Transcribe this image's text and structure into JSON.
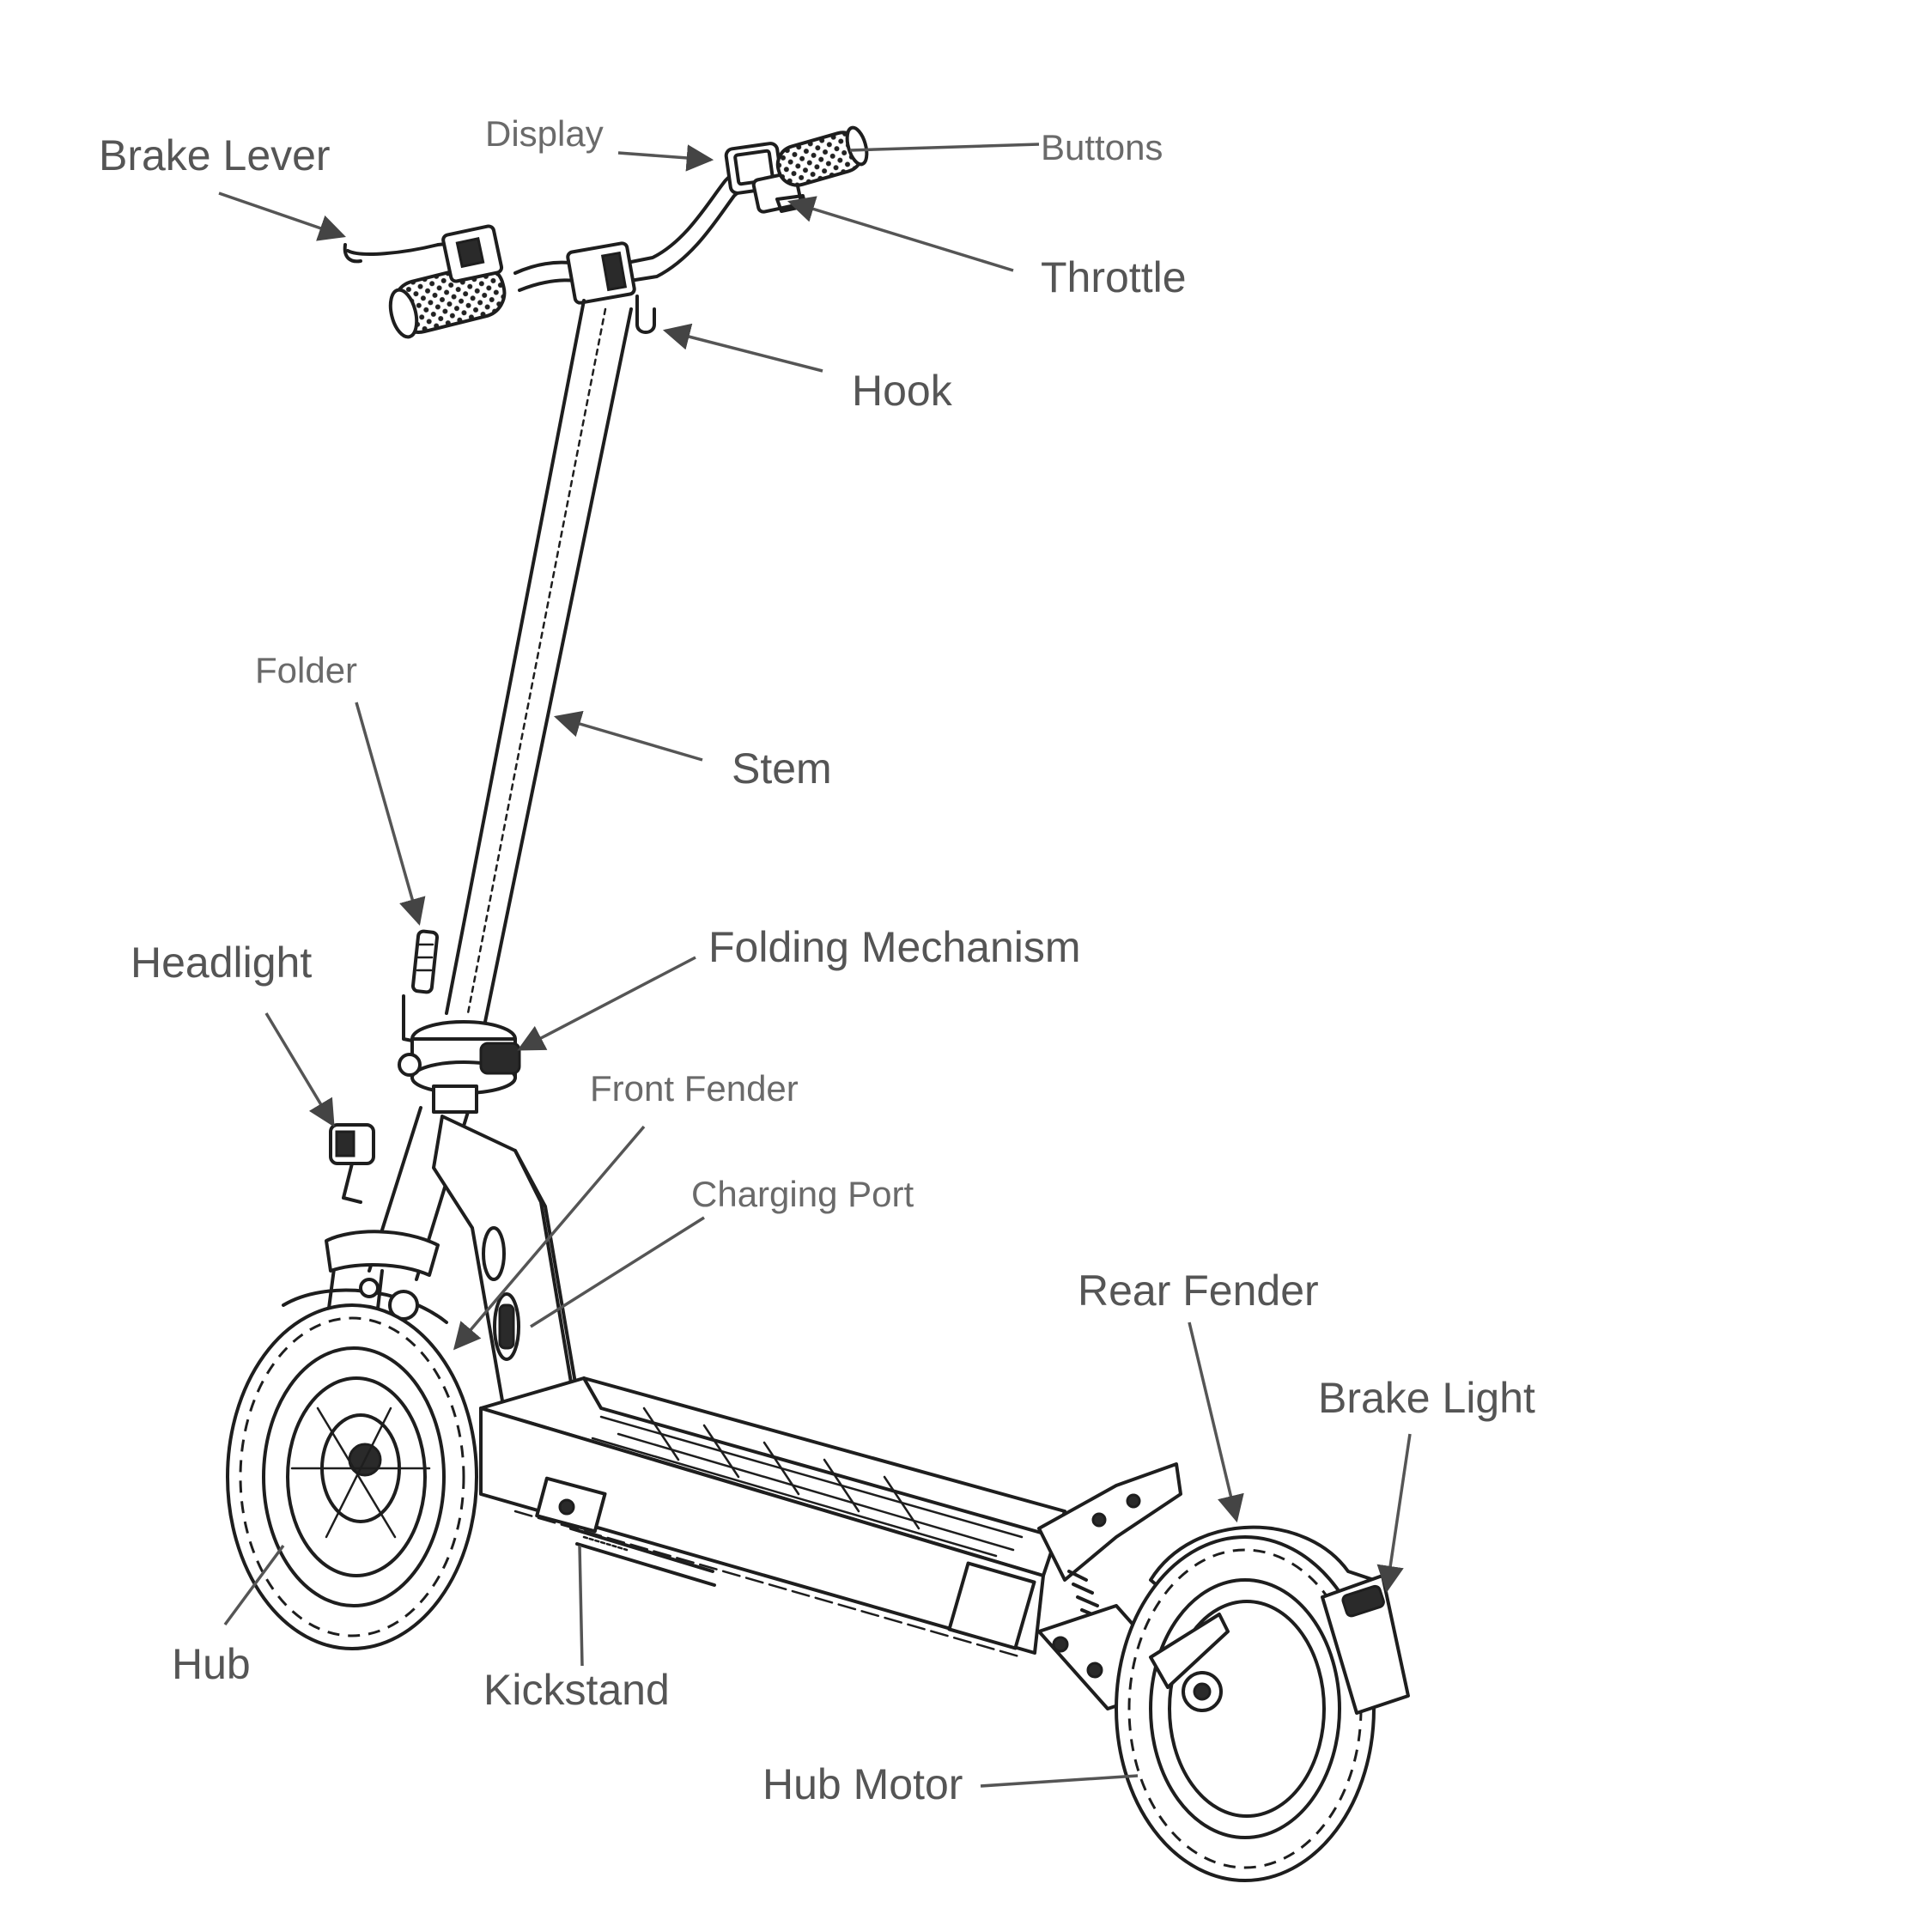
{
  "labels": {
    "brake_lever": "Brake Lever",
    "display": "Display",
    "buttons": "Buttons",
    "throttle": "Throttle",
    "hook": "Hook",
    "folder": "Folder",
    "stem": "Stem",
    "headlight": "Headlight",
    "folding_mechanism": "Folding Mechanism",
    "front_fender": "Front Fender",
    "charging_port": "Charging Port",
    "rear_fender": "Rear Fender",
    "brake_light": "Brake Light",
    "hub": "Hub",
    "kickstand": "Kickstand",
    "hub_motor": "Hub Motor"
  },
  "colors": {
    "label_text": "#555555",
    "line_art": "#1e1e1e",
    "background": "#ffffff"
  }
}
